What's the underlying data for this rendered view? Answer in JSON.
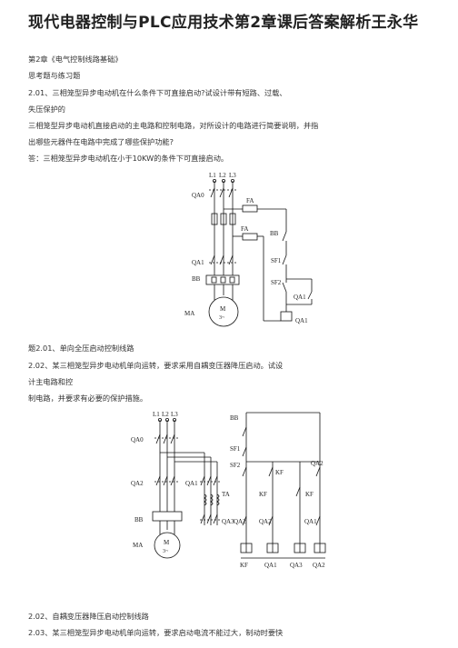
{
  "document": {
    "title": "现代电器控制与PLC应用技术第2章课后答案解析王永华",
    "lines": [
      "第2章《电气控制线路基础》",
      "思考题与练习题",
      "2.01、三相笼型异步电动机在什么条件下可直接启动?试设计带有短路、过载、",
      "失压保护的",
      "三相笼型异步电动机直接启动的主电路和控制电路，对所设计的电路进行简要说明，并指",
      "出哪些元器件在电路中完成了哪些保护功能?",
      "答：三相笼型异步电动机在小于10KW的条件下可直接启动。"
    ],
    "caption1": "题2.01、单向全压启动控制线路",
    "lines2": [
      "2.02、某三相笼型异步电动机单向运转，要求采用自耦变压器降压启动。试设",
      "计主电路和控",
      "制电路，并要求有必要的保护措施。"
    ],
    "caption2": "2.02、自耦变压器降压启动控制线路",
    "lines3": [
      "2.03、某三相笼型异步电动机单向运转，要求启动电流不能过大，制动时要快"
    ]
  },
  "diagram1": {
    "labels": {
      "l1": "L1",
      "l2": "L2",
      "l3": "L3",
      "qa0": "QA0",
      "fa_top": "FA",
      "fa": "FA",
      "bb": "BB",
      "qa1_main": "QA1",
      "bb_relay": "BB",
      "sf1": "SF1",
      "sf2": "SF2",
      "qa1_aux": "QA1",
      "qa1_coil": "QA1",
      "ma": "MA",
      "motor": "M",
      "motor_sub": "3~"
    }
  },
  "diagram2": {
    "labels": {
      "l1": "L1",
      "l2": "L2",
      "l3": "L3",
      "qa0": "QA0",
      "qa2_main": "QA2",
      "qa1_main": "QA1",
      "ta": "TA",
      "bb_relay": "BB",
      "qa3_main": "QA3",
      "ma": "MA",
      "motor": "M",
      "motor_sub": "3~",
      "bb": "BB",
      "sf1": "SF1",
      "sf2": "SF2",
      "kf_a": "KF",
      "qa2_aux": "QA2",
      "kf_b": "KF",
      "kf_c": "KF",
      "qa2_b": "QA2",
      "qa2_c": "QA2",
      "qa1_b": "QA1",
      "coil_kf": "KF",
      "coil_qa1": "QA1",
      "coil_qa3": "QA3",
      "coil_qa2": "QA2"
    }
  }
}
